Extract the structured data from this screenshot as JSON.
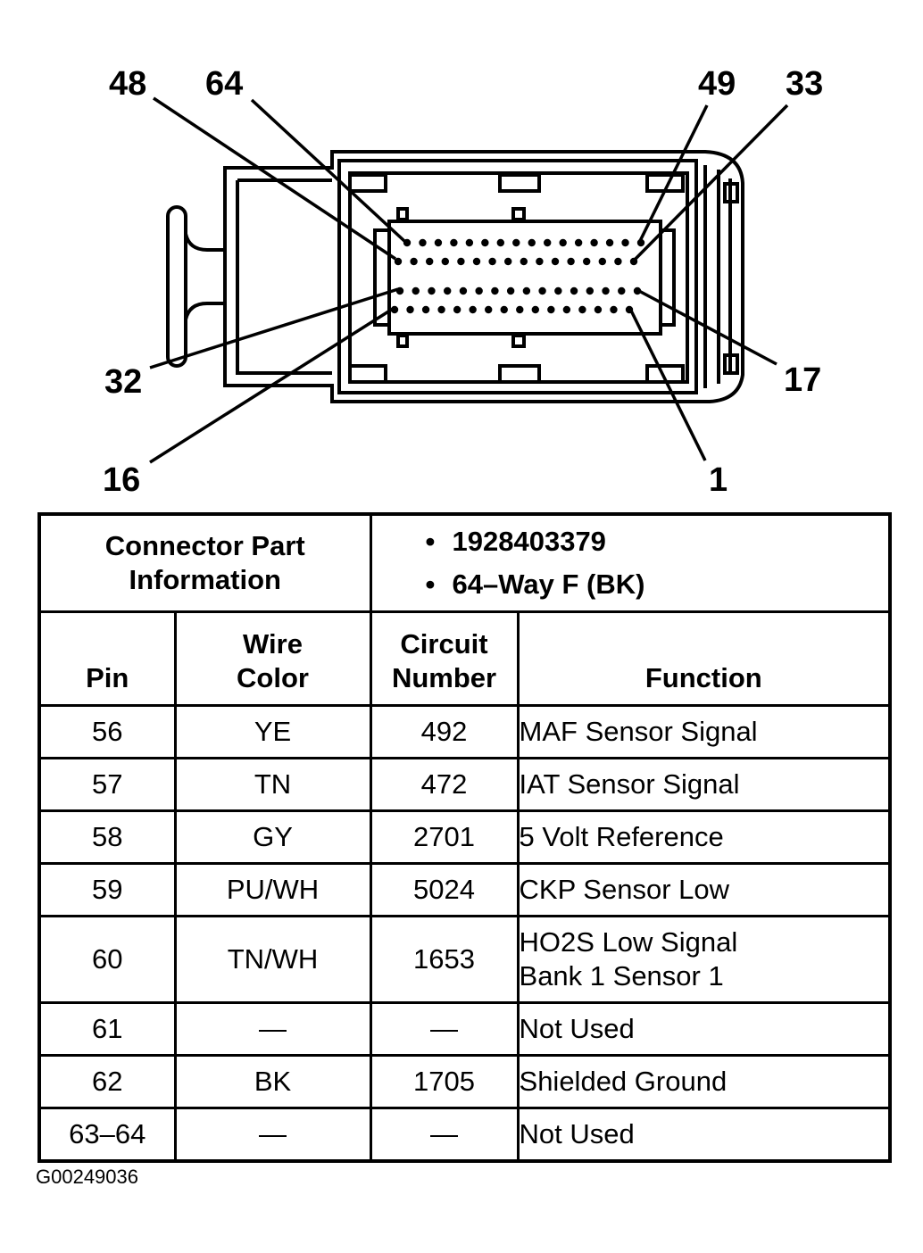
{
  "connector_labels": {
    "l48": "48",
    "l64": "64",
    "l49": "49",
    "l33": "33",
    "l32": "32",
    "l17": "17",
    "l16": "16",
    "l1": "1"
  },
  "connector_info": {
    "label_line1": "Connector Part",
    "label_line2": "Information",
    "values": [
      "1928403379",
      "64–Way F (BK)"
    ],
    "bullet": "•"
  },
  "columns": {
    "pin": "Pin",
    "wire_color_line1": "Wire",
    "wire_color_line2": "Color",
    "circuit_line1": "Circuit",
    "circuit_line2": "Number",
    "function": "Function"
  },
  "rows": [
    {
      "pin": "56",
      "wire": "YE",
      "circuit": "492",
      "function": "MAF Sensor Signal",
      "function2": ""
    },
    {
      "pin": "57",
      "wire": "TN",
      "circuit": "472",
      "function": "IAT Sensor Signal",
      "function2": ""
    },
    {
      "pin": "58",
      "wire": "GY",
      "circuit": "2701",
      "function": "5 Volt Reference",
      "function2": ""
    },
    {
      "pin": "59",
      "wire": "PU/WH",
      "circuit": "5024",
      "function": "CKP Sensor Low",
      "function2": ""
    },
    {
      "pin": "60",
      "wire": "TN/WH",
      "circuit": "1653",
      "function": "HO2S Low Signal",
      "function2": "Bank 1 Sensor 1"
    },
    {
      "pin": "61",
      "wire": "—",
      "circuit": "—",
      "function": "Not Used",
      "function2": ""
    },
    {
      "pin": "62",
      "wire": "BK",
      "circuit": "1705",
      "function": "Shielded Ground",
      "function2": ""
    },
    {
      "pin": "63–64",
      "wire": "—",
      "circuit": "—",
      "function": "Not Used",
      "function2": ""
    }
  ],
  "figure_id": "G00249036"
}
